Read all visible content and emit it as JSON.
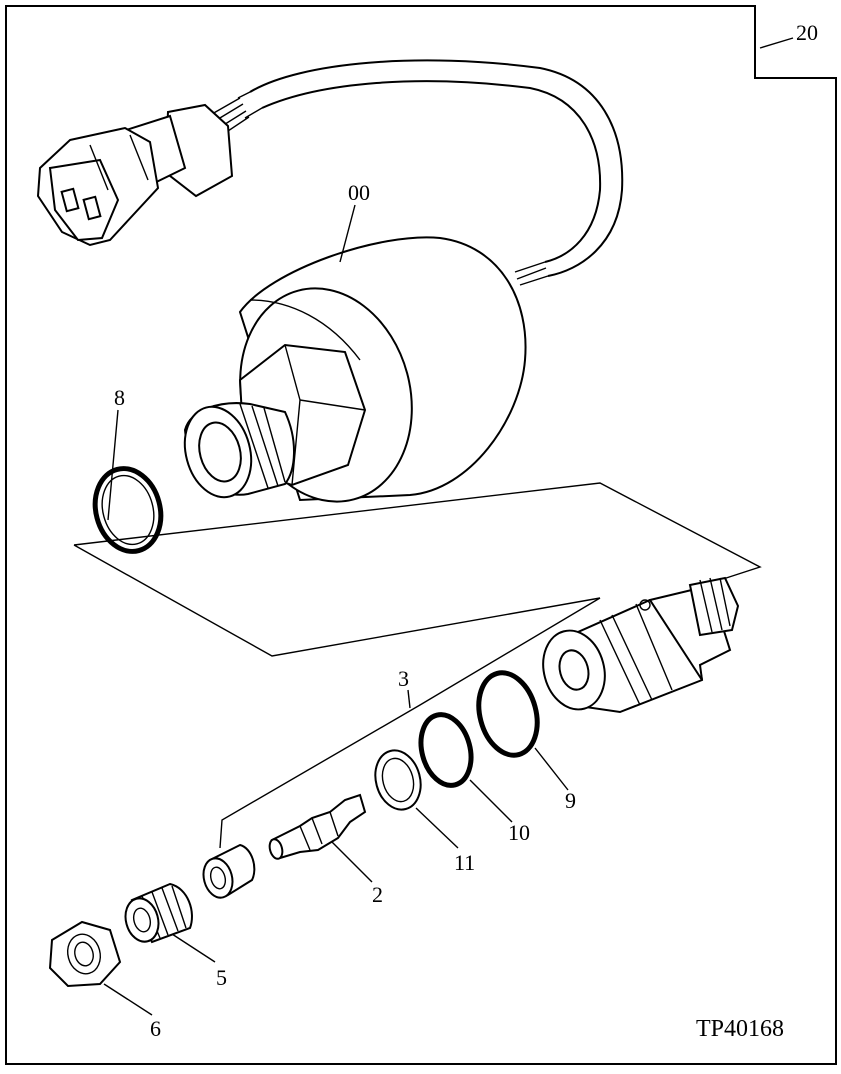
{
  "page_number": "20",
  "figure_id": "TP40168",
  "callouts": {
    "sensor": "00",
    "gasket": "8",
    "valve": "3",
    "poppet": "2",
    "sleeve": "5",
    "nut": "6",
    "washer": "11",
    "oring_small": "10",
    "oring_large": "9"
  }
}
